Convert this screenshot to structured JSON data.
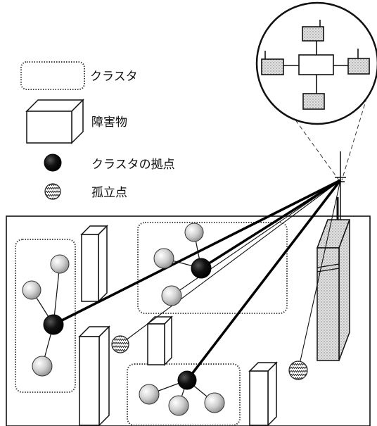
{
  "legend": {
    "cluster": "クラスタ",
    "obstacle": "障害物",
    "cluster_hub": "クラスタの拠点",
    "isolated_point": "孤立点"
  },
  "colors": {
    "stroke": "#111111",
    "hub_fill": "#0a0a0a",
    "node_fill": "#d4d4d4",
    "stipple": "#bdbdbd",
    "background": "#ffffff"
  },
  "icons": {
    "cluster": "dotted-rounded-rect-icon",
    "obstacle": "box-icon",
    "cluster_hub": "black-circle-icon",
    "isolated_point": "zigzag-circle-icon",
    "antenna": "antenna-icon",
    "network_inset": "star-network-icon"
  }
}
